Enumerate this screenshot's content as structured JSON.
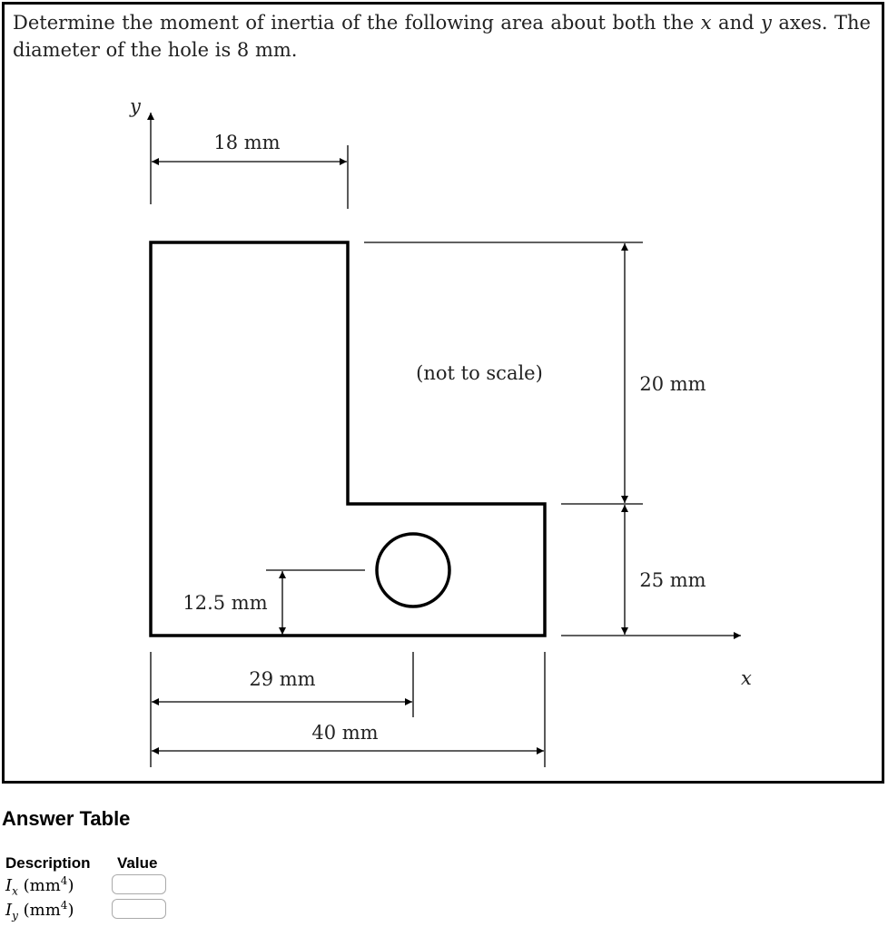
{
  "problem": {
    "text_part1": "Determine the moment of inertia of the following area about both the ",
    "x_var": "x",
    "text_part2": " and ",
    "y_var": "y",
    "text_part3": " axes. The diameter of the hole is 8 mm."
  },
  "diagram": {
    "y_axis_label": "y",
    "x_axis_label": "x",
    "dim_top_width": "18 mm",
    "dim_upper_height": "20 mm",
    "dim_lower_height": "25 mm",
    "dim_hole_height": "12.5 mm",
    "dim_hole_x": "29 mm",
    "dim_total_width": "40 mm",
    "note": "(not to scale)"
  },
  "answer": {
    "title": "Answer Table",
    "col_description": "Description",
    "col_value": "Value",
    "rows": [
      {
        "symbol": "I",
        "subscript": "x",
        "unit_open": " (mm",
        "unit_power": "4",
        "unit_close": ")",
        "value": ""
      },
      {
        "symbol": "I",
        "subscript": "y",
        "unit_open": " (mm",
        "unit_power": "4",
        "unit_close": ")",
        "value": ""
      }
    ]
  }
}
